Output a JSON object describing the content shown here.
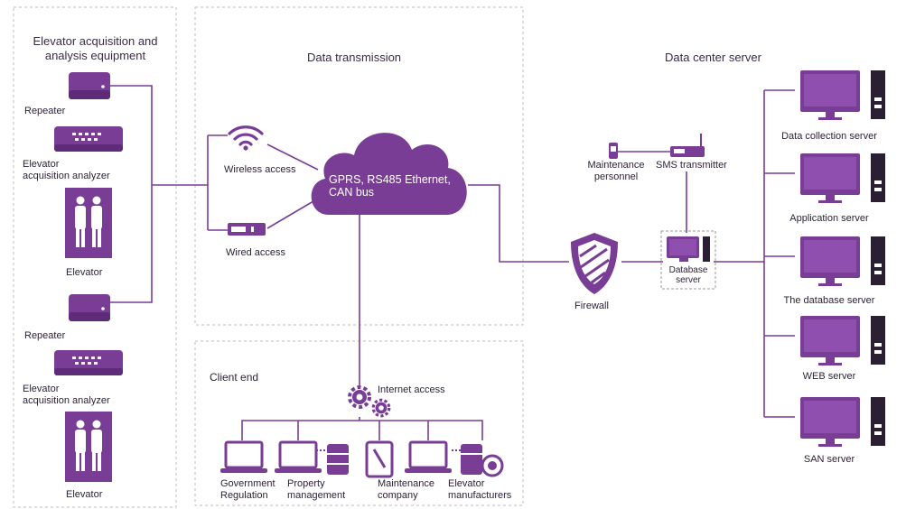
{
  "sections": {
    "acquisition": "Elevator acquisition and\nanalysis equipment",
    "transmission": "Data transmission",
    "datacenter": "Data center server",
    "client": "Client end"
  },
  "left": {
    "repeater_1": "Repeater",
    "analyzer_1": "Elevator\nacquisition analyzer",
    "elevator_1": "Elevator",
    "repeater_2": "Repeater",
    "analyzer_2": "Elevator\nacquisition analyzer",
    "elevator_2": "Elevator"
  },
  "transmission": {
    "wireless": "Wireless access",
    "wired": "Wired access",
    "cloud": "GPRS, RS485 Ethernet,\nCAN bus",
    "internet": "Internet access"
  },
  "client": {
    "government": "Government\nRegulation",
    "property": "Property\nmanagement",
    "maintenance": "Maintenance\ncompany",
    "manufacturers": "Elevator\nmanufacturers"
  },
  "center": {
    "maintenance_personnel": "Maintenance\npersonnel",
    "sms": "SMS transmitter",
    "firewall": "Firewall",
    "database_server": "Database\nserver"
  },
  "servers": [
    "Data collection server",
    "Application server",
    "The database server",
    "WEB server",
    "SAN server"
  ],
  "colors": {
    "accent": "#7a3d96",
    "dashed_border": "#b9b9b9"
  }
}
